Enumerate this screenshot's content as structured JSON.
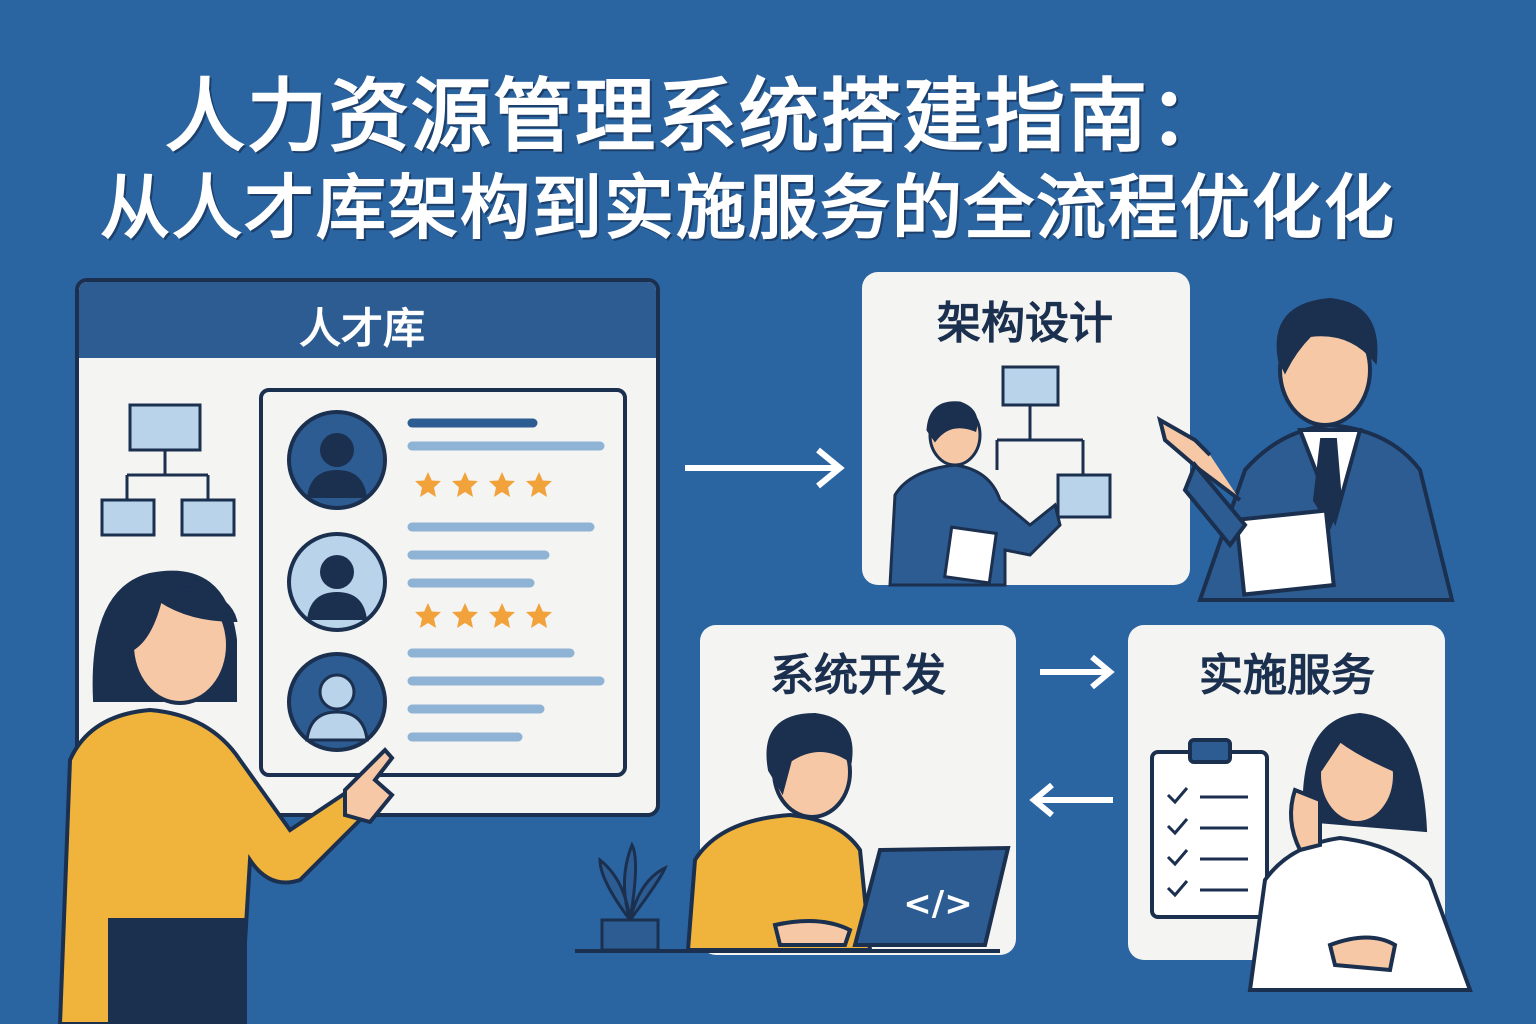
{
  "title": {
    "line1": "人力资源管理系统搭建指南：",
    "line2": "从人才库架构到实施服务的全流程优化化"
  },
  "talent_pool": {
    "header": "人才库",
    "candidates": [
      {
        "avatar": "user-avatar",
        "rating_stars": 4
      },
      {
        "avatar": "user-avatar",
        "rating_stars": 4
      },
      {
        "avatar": "user-avatar"
      }
    ]
  },
  "steps": [
    {
      "label": "架构设计"
    },
    {
      "label": "系统开发",
      "code_glyph": "</>"
    },
    {
      "label": "实施服务"
    }
  ],
  "colors": {
    "background": "#2a65a2",
    "card": "#f4f4f2",
    "outline": "#1b2f4f",
    "header_band": "#2d5c92",
    "star": "#f2a23a",
    "sweater": "#f0b43c",
    "light_blue": "#b9d3ea"
  }
}
